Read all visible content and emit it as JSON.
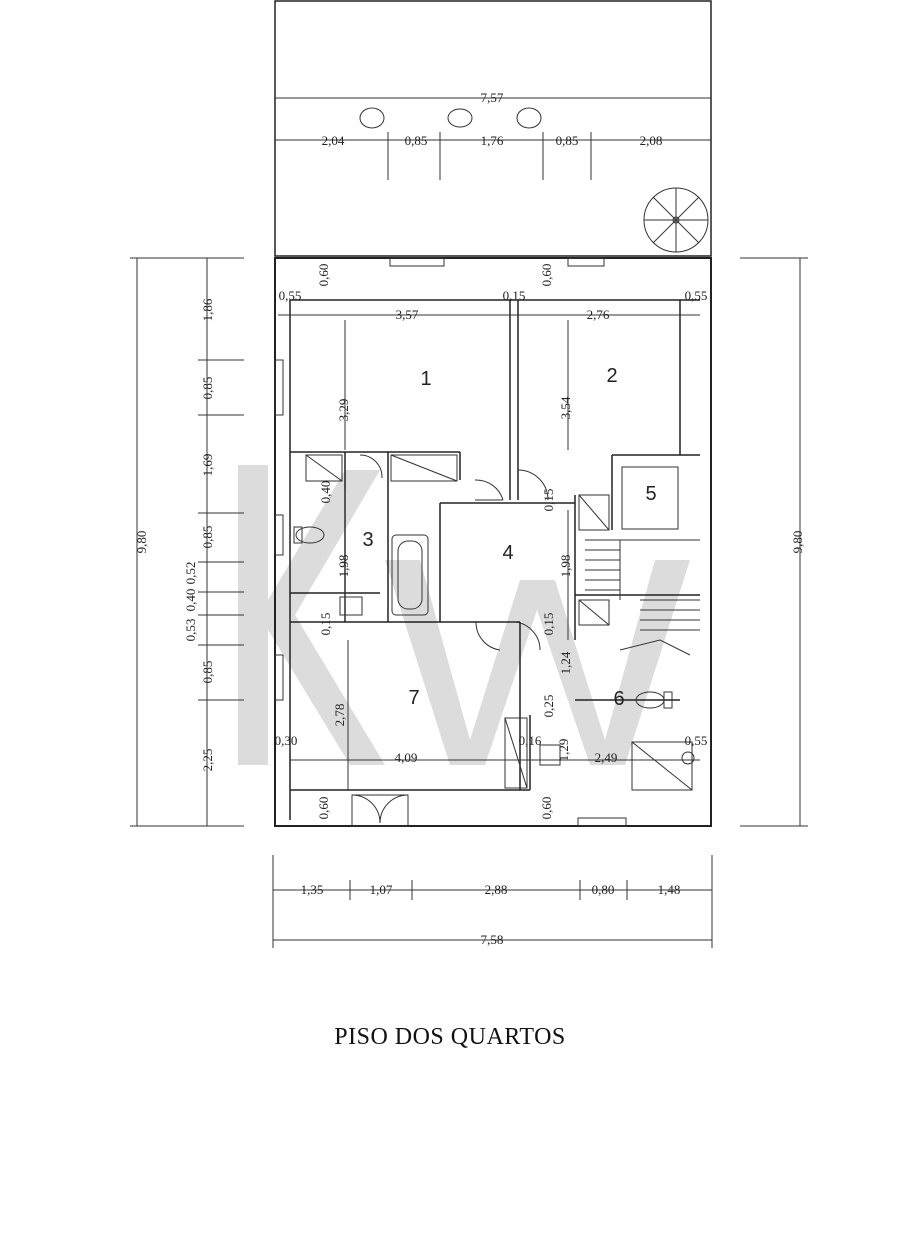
{
  "title": "PISO DOS QUARTOS",
  "watermark": "KW",
  "rooms": [
    "1",
    "2",
    "3",
    "4",
    "5",
    "6",
    "7"
  ],
  "dims": {
    "terrace_total": "7,57",
    "terrace_a": "2,04",
    "terrace_b": "0,85",
    "terrace_c": "1,76",
    "terrace_d": "0,85",
    "terrace_e": "2,08",
    "wall_top_l": "0,60",
    "wall_top_r": "0,60",
    "top_055_l": "0,55",
    "top_015": "0,15",
    "top_055_r": "0,55",
    "w1": "3,57",
    "w2": "2,76",
    "h1": "3,29",
    "h2": "3,54",
    "left_186": "1,86",
    "left_085a": "0,85",
    "left_169": "1,69",
    "left_085b": "0,85",
    "left_053": "0,53",
    "left_040": "0,40",
    "left_052": "0,52",
    "left_085c": "0,85",
    "left_225": "2,25",
    "total_h_l": "9,80",
    "total_h_r": "9,80",
    "b3_040": "0,40",
    "b3_198": "1,98",
    "b3_015": "0,15",
    "r4_015a": "0,15",
    "r4_198": "1,98",
    "r4_015b": "0,15",
    "r7_278": "2,78",
    "r_124": "1,24",
    "r_025": "0,25",
    "r_129": "1,29",
    "r7_030": "0,30",
    "r7_409": "4,09",
    "r_016": "0,16",
    "r_249": "2,49",
    "r_055": "0,55",
    "bot_060_l": "0,60",
    "bot_060_r": "0,60",
    "bottom_a": "1,35",
    "bottom_b": "1,07",
    "bottom_c": "2,88",
    "bottom_d": "0,80",
    "bottom_e": "1,48",
    "bottom_total": "7,58"
  },
  "colors": {
    "ink": "#222222",
    "watermark": "#d9d9d9",
    "paper": "#ffffff"
  }
}
